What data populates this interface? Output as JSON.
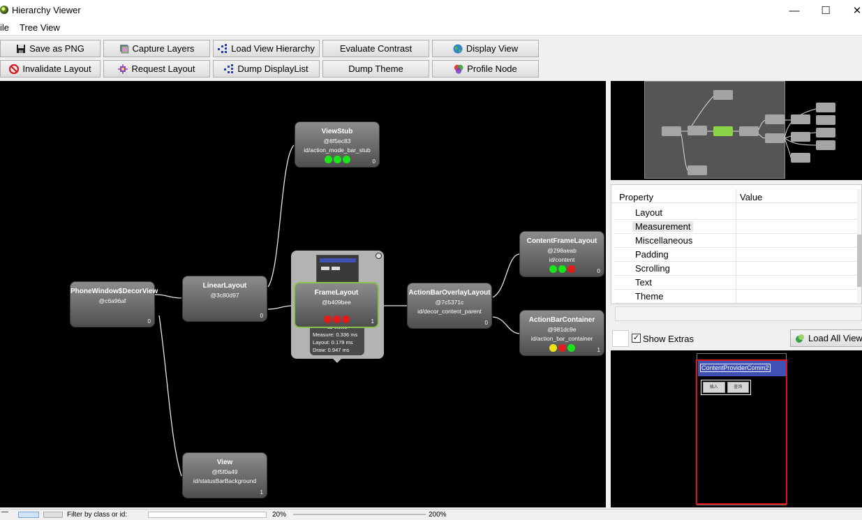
{
  "window": {
    "title": "Hierarchy Viewer",
    "minimize": "—",
    "maximize": "☐",
    "close": "✕"
  },
  "menu": {
    "items": [
      "ile",
      "Tree View"
    ]
  },
  "toolbar": {
    "row1": [
      {
        "label": "Save as PNG",
        "icon": "save-icon"
      },
      {
        "label": "Capture Layers",
        "icon": "layers-icon"
      },
      {
        "label": "Load View Hierarchy",
        "icon": "hierarchy-icon"
      },
      {
        "label": "Evaluate Contrast",
        "icon": ""
      },
      {
        "label": "Display View",
        "icon": "globe-icon"
      }
    ],
    "row2": [
      {
        "label": "Invalidate Layout",
        "icon": "no-entry-icon"
      },
      {
        "label": "Request Layout",
        "icon": "request-layout-icon"
      },
      {
        "label": "Dump DisplayList",
        "icon": "hierarchy-icon"
      },
      {
        "label": "Dump Theme",
        "icon": ""
      },
      {
        "label": "Profile Node",
        "icon": "profile-icon"
      }
    ]
  },
  "tree": {
    "nodes": [
      {
        "name": "PhoneWindow$DecorView",
        "hash": "@c6a96af",
        "id": "",
        "index": "0",
        "dots": []
      },
      {
        "name": "LinearLayout",
        "hash": "@3c80d97",
        "id": "",
        "index": "0",
        "dots": []
      },
      {
        "name": "View",
        "hash": "@f5f0a49",
        "id": "id/statusBarBackground",
        "index": "1",
        "dots": []
      },
      {
        "name": "ViewStub",
        "hash": "@8f5ec83",
        "id": "id/action_mode_bar_stub",
        "index": "0",
        "dots": [
          "#19e619",
          "#19e619",
          "#19e619"
        ]
      },
      {
        "name": "FrameLayout",
        "hash": "@b409bee",
        "id": "",
        "index": "1",
        "dots": [
          "#e21b1b",
          "#e21b1b",
          "#e21b1b"
        ]
      },
      {
        "name": "ActionBarOverlayLayout",
        "hash": "@7c5371c",
        "id": "id/decor_content_parent",
        "index": "0",
        "dots": []
      },
      {
        "name": "ContentFrameLayout",
        "hash": "@298aeab",
        "id": "id/content",
        "index": "0",
        "dots": [
          "#19e619",
          "#19e619",
          "#e21b1b"
        ]
      },
      {
        "name": "ActionBarContainer",
        "hash": "@981dc9e",
        "id": "id/action_bar_container",
        "index": "1",
        "dots": [
          "#f0e418",
          "#e21b1b",
          "#19e619"
        ]
      }
    ],
    "selected_node": "FrameLayout",
    "popup": {
      "views": "11 views",
      "measure": "Measure: 0.336 ms",
      "layout": "Layout: 0.179 ms",
      "draw": "Draw: 0.947 ms"
    }
  },
  "properties": {
    "col_property": "Property",
    "col_value": "Value",
    "rows": [
      "Layout",
      "Measurement",
      "Miscellaneous",
      "Padding",
      "Scrolling",
      "Text",
      "Theme"
    ],
    "highlighted": "Measurement"
  },
  "extras": {
    "show_extras_label": "Show Extras",
    "show_extras_checked": "✓",
    "load_all_views_label": "Load All View"
  },
  "layout_preview": {
    "title": "ContentProviderComm2",
    "button1": "插入",
    "button2": "查询"
  },
  "statusbar": {
    "filter_label": "Filter by class or id:",
    "zoom_min": "20%",
    "zoom_max": "200%"
  }
}
